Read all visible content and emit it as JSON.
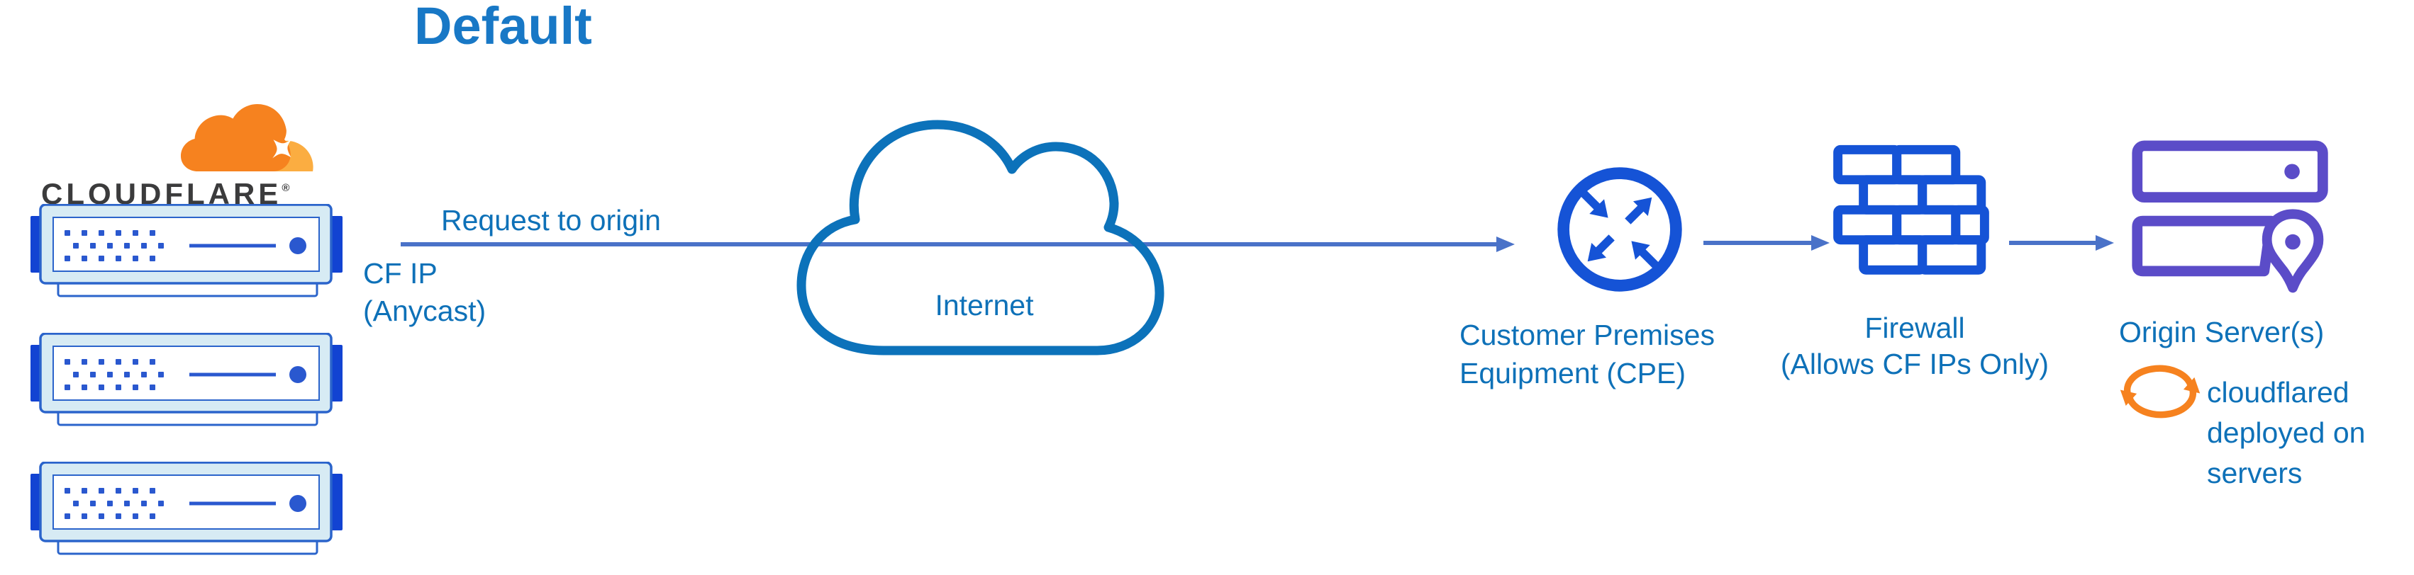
{
  "title": "Default",
  "brand": {
    "wordmark": "CLOUDFLARE",
    "registered_mark": "®"
  },
  "edge_servers": {
    "count": 3
  },
  "labels": {
    "request": "Request to origin",
    "cf_ip": "CF IP",
    "cf_ip_sub": "(Anycast)",
    "internet": "Internet",
    "cpe_line1": "Customer Premises",
    "cpe_line2": "Equipment (CPE)",
    "firewall_line1": "Firewall",
    "firewall_line2": "(Allows CF IPs Only)",
    "origin": "Origin Server(s)",
    "note_line1": "cloudflared",
    "note_line2": "deployed on",
    "note_line3": "servers"
  },
  "icons": [
    "cloudflare-logo-icon",
    "edge-server-icon",
    "internet-cloud-icon",
    "cpe-router-icon",
    "firewall-icon",
    "origin-servers-icon",
    "location-pin-icon",
    "sync-arrows-icon",
    "flow-arrow"
  ],
  "colors": {
    "label_blue": "#0E71B8",
    "title_blue": "#1878C6",
    "arrow_blue": "#4A72C8",
    "icon_blue": "#1553D6",
    "cloud_outline_blue": "#0C72BA",
    "origin_purple": "#5B4CC8",
    "cloudflare_orange": "#F6821F",
    "cloudflare_light_orange": "#FBAD41",
    "wordmark_charcoal": "#3B3B3C",
    "edge_server_border_blue": "#2B64CB",
    "edge_server_tab_blue": "#1243D2",
    "edge_server_dot_blue": "#2A58CF",
    "edge_server_fill": "#D7EBF4",
    "background": "#FFFFFF"
  }
}
